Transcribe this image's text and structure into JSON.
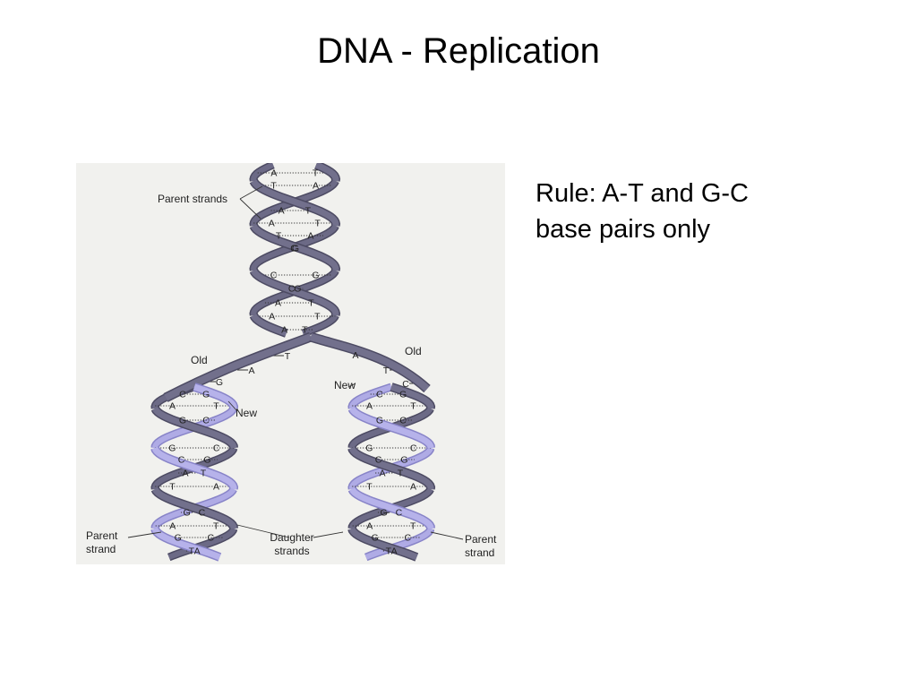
{
  "slide": {
    "title": "DNA - Replication",
    "rule": "Rule: A-T and G-C\nbase pairs only"
  },
  "figure": {
    "labels": {
      "parent_strands": "Parent strands",
      "old_left": "Old",
      "old_right": "Old",
      "new_left": "New",
      "new_right": "New",
      "parent_strand_left": "Parent\nstrand",
      "daughter_strands": "Daughter\nstrands",
      "parent_strand_right": "Parent\nstrand"
    },
    "top_pairs": [
      [
        "A",
        "T"
      ],
      [
        "T",
        "A"
      ],
      [
        "A",
        "T"
      ],
      [
        "A",
        "T"
      ],
      [
        "T",
        "A"
      ],
      [
        "G",
        "C"
      ],
      [
        "C",
        "G"
      ],
      [
        "C",
        "G"
      ],
      [
        "A",
        "T"
      ],
      [
        "A",
        "T"
      ],
      [
        "A",
        "T"
      ]
    ],
    "fork_bases": {
      "left": [
        "T",
        "A",
        "G"
      ],
      "right": [
        "A",
        "T",
        "C"
      ]
    },
    "left_pairs": [
      [
        "C",
        "G"
      ],
      [
        "A",
        "T"
      ],
      [
        "G",
        "C"
      ],
      [
        "G",
        "C"
      ],
      [
        "C",
        "G"
      ],
      [
        "A",
        "T"
      ],
      [
        "T",
        "A"
      ],
      [
        "G",
        "C"
      ],
      [
        "A",
        "T"
      ],
      [
        "G",
        "C"
      ],
      [
        "T",
        "A"
      ]
    ],
    "right_pairs": [
      [
        "C",
        "G"
      ],
      [
        "A",
        "T"
      ],
      [
        "G",
        "C"
      ],
      [
        "G",
        "C"
      ],
      [
        "C",
        "G"
      ],
      [
        "A",
        "T"
      ],
      [
        "T",
        "A"
      ],
      [
        "G",
        "C"
      ],
      [
        "A",
        "T"
      ],
      [
        "G",
        "C"
      ],
      [
        "T",
        "A"
      ]
    ],
    "colors": {
      "old_strand": "#72708c",
      "old_strand_dark": "#4d4b63",
      "new_strand": "#b6b2ea",
      "new_strand_dark": "#8884c8",
      "background": "#f1f1ee"
    }
  }
}
